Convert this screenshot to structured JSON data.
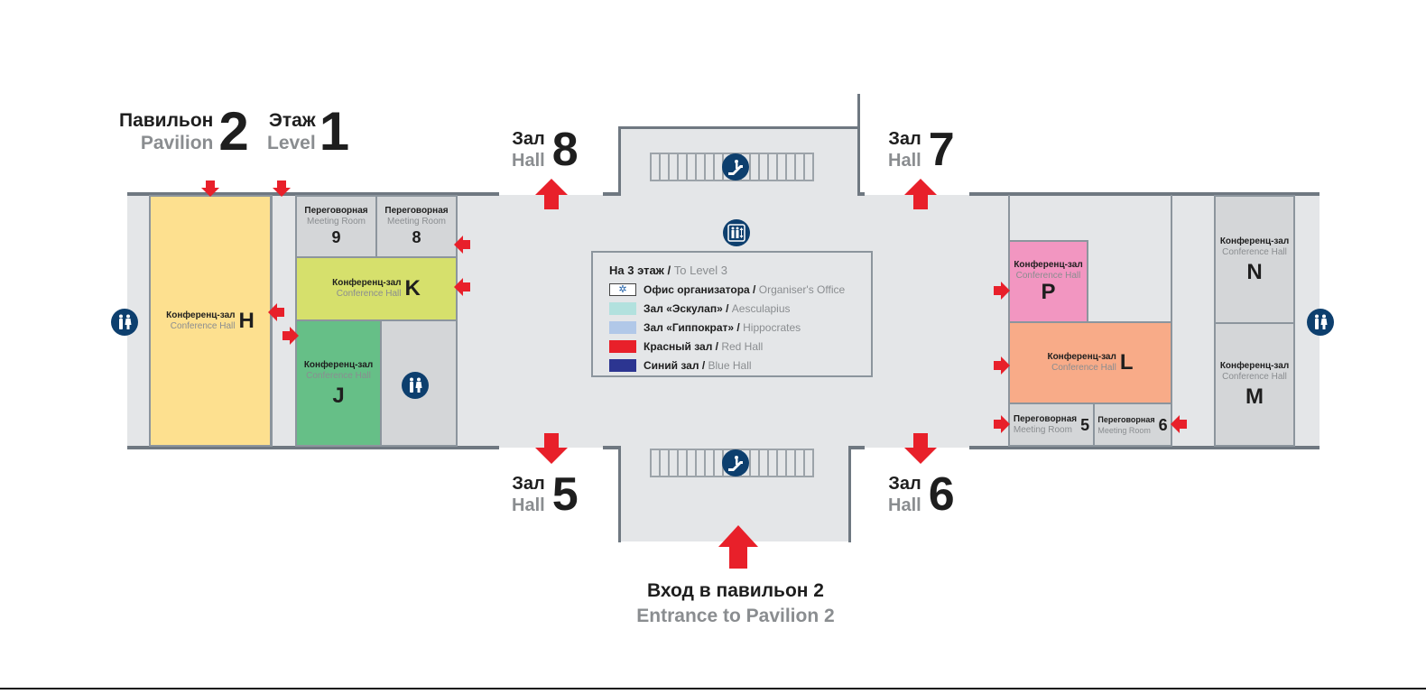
{
  "header": {
    "pavilion_ru": "Павильон",
    "pavilion_en": "Pavilion",
    "pavilion_number": "2",
    "level_ru": "Этаж",
    "level_en": "Level",
    "level_number": "1"
  },
  "halls": {
    "hall8": {
      "ru": "Зал",
      "en": "Hall",
      "number": "8"
    },
    "hall7": {
      "ru": "Зал",
      "en": "Hall",
      "number": "7"
    },
    "hall5": {
      "ru": "Зал",
      "en": "Hall",
      "number": "5"
    },
    "hall6": {
      "ru": "Зал",
      "en": "Hall",
      "number": "6"
    }
  },
  "rooms": {
    "meeting9": {
      "ru": "Переговорная",
      "en": "Meeting Room",
      "number": "9",
      "color": "#d4d6d8"
    },
    "meeting8": {
      "ru": "Переговорная",
      "en": "Meeting Room",
      "number": "8",
      "color": "#d4d6d8"
    },
    "confK": {
      "ru": "Конференц-зал",
      "en": "Conference Hall",
      "letter": "K",
      "color": "#d6e06c"
    },
    "confH": {
      "ru": "Конференц-зал",
      "en": "Conference Hall",
      "letter": "H",
      "color": "#fde08f"
    },
    "confJ": {
      "ru": "Конференц-зал",
      "en": "Conference Hall",
      "letter": "J",
      "color": "#66bf87"
    },
    "confP": {
      "ru": "Конференц-зал",
      "en": "Conference Hall",
      "letter": "P",
      "color": "#f296c1"
    },
    "confL": {
      "ru": "Конференц-зал",
      "en": "Conference Hall",
      "letter": "L",
      "color": "#f8ab88"
    },
    "meeting5": {
      "ru": "Переговорная",
      "en": "Meeting Room",
      "number": "5",
      "color": "#d4d6d8"
    },
    "meeting6": {
      "ru": "Переговорная",
      "en": "Meeting Room",
      "number": "6",
      "color": "#d4d6d8"
    },
    "confN": {
      "ru": "Конференц-зал",
      "en": "Conference Hall",
      "letter": "N",
      "color": "#d4d6d8"
    },
    "confM": {
      "ru": "Конференц-зал",
      "en": "Conference Hall",
      "letter": "M",
      "color": "#d4d6d8"
    }
  },
  "legend": {
    "title_ru": "На 3 этаж /",
    "title_en": "To Level 3",
    "items": [
      {
        "ru": "Офис организатора /",
        "en": "Organiser's Office",
        "color": "#ffffff",
        "icon": "star-icon"
      },
      {
        "ru": "Зал «Эскулап» /",
        "en": "Aesculapius",
        "color": "#b2e1de"
      },
      {
        "ru": "Зал «Гиппократ» /",
        "en": "Hippocrates",
        "color": "#b1c8e8"
      },
      {
        "ru": "Красный зал /",
        "en": "Red Hall",
        "color": "#e8202a"
      },
      {
        "ru": "Синий зал /",
        "en": "Blue Hall",
        "color": "#2c3591"
      }
    ]
  },
  "entrance": {
    "ru": "Вход в павильон 2",
    "en": "Entrance to Pavilion 2"
  },
  "icons": {
    "restroom": "restroom-icon",
    "escalator": "escalator-icon",
    "elevator": "elevator-icon",
    "arrow": "arrow-icon"
  },
  "colors": {
    "arrow": "#e8202a",
    "icon_bg": "#0d3f6e",
    "floor": "#e4e6e8",
    "wall": "#6f7881"
  }
}
